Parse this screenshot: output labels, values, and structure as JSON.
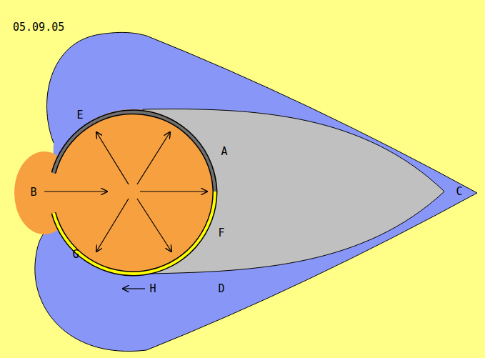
{
  "diagram": {
    "labels": [
      "05.09.05",
      "E",
      "A",
      "B",
      "C",
      "F",
      "G",
      "H",
      "D"
    ]
  }
}
